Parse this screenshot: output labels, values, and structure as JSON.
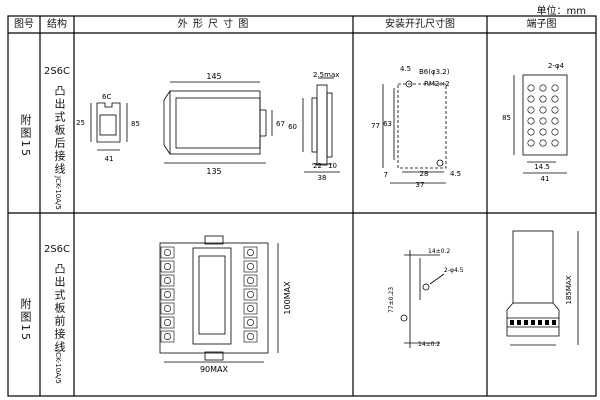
{
  "unit_label": "单位：mm",
  "headers": {
    "no": "图号",
    "structure": "结构",
    "outline": "外 形 尺 寸 图",
    "mounting": "安装开孔尺寸图",
    "terminal": "端子图"
  },
  "rows": [
    {
      "figure_no": "附图15",
      "model": "2S6C",
      "structure": "凸出式板后接线",
      "type_code": "JCK-10A/5"
    },
    {
      "figure_no": "附图15",
      "model": "2S6C",
      "structure": "凸出式板前接线",
      "type_code": "JCK-10A/5"
    }
  ],
  "row1": {
    "outline": {
      "d_6c": "6C",
      "d_25": "25",
      "d_85": "85",
      "d_41": "41",
      "d_145": "145",
      "d_67": "67",
      "d_135": "135",
      "d_25max": "2.5max",
      "d_60": "60",
      "d_22": "22",
      "d_10": "10",
      "d_38": "38"
    },
    "mounting": {
      "d_4_5a": "4.5",
      "d_b6": "B6(φ3.2)",
      "d_rm": "RM2×2",
      "d_77": "77",
      "d_63": "63",
      "d_7": "7",
      "d_28": "28",
      "d_4_5b": "4.5",
      "d_37": "37"
    },
    "terminal": {
      "d_phi4": "2-φ4",
      "d_85": "85",
      "d_14_5": "14.5",
      "d_41": "41"
    }
  },
  "row2": {
    "outline": {
      "d_100max": "100MAX",
      "d_90max": "90MAX"
    },
    "mounting": {
      "d_14a": "14±0.2",
      "d_phi45": "2-φ4.5",
      "d_77": "77±0.23",
      "d_14b": "14±0.2"
    },
    "terminal": {
      "d_185max": "185MAX"
    }
  }
}
